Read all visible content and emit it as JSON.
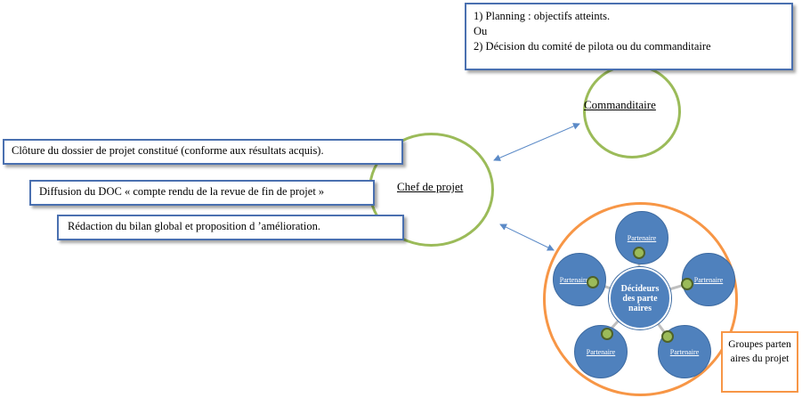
{
  "top_box": {
    "line1": "1) Planning   : objectifs atteints.",
    "line2": "Ou",
    "line3": "2) Décision du  comité de pilota ou du commanditaire"
  },
  "commanditaire_label": "Commanditaire",
  "chef_label": "Chef de projet",
  "task_boxes": [
    "Clôture du dossier de projet  constitué (conforme aux résultats acquis).",
    "Diffusion du DOC « compte rendu de la revue de fin de projet »",
    "Rédaction  du bilan global  et proposition  d ’amélioration."
  ],
  "center_label": "Décideurs des partenaires",
  "partners": [
    "Partenaire",
    "Partenaire",
    "Partenaire",
    "Partenaire",
    "Partenaire"
  ],
  "groupes_label": "Groupes partenaires du projet",
  "colors": {
    "box_border": "#4a70b0",
    "green": "#9bbb59",
    "partner_blue": "#4f81bd",
    "orange": "#f79646",
    "arrow": "#5b8ac7"
  }
}
